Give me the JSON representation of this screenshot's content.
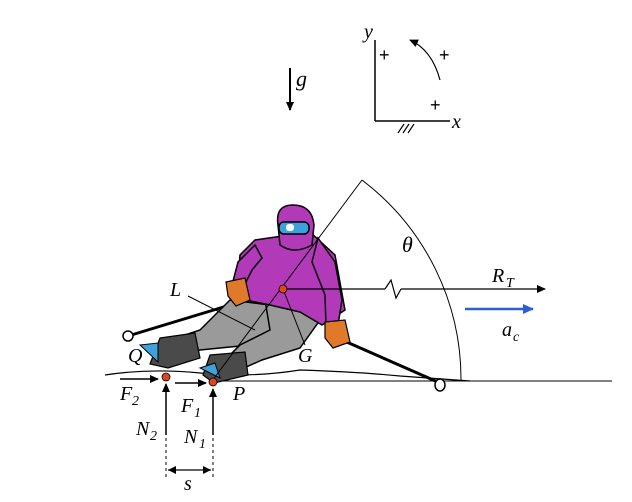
{
  "labels": {
    "gravity": "g",
    "axis_y": "y",
    "axis_x": "x",
    "plus_1": "+",
    "plus_2": "+",
    "plus_3": "+",
    "theta": "θ",
    "point_L": "L",
    "point_G": "G",
    "point_Q": "Q",
    "point_P": "P",
    "R_T_main": "R",
    "R_T_sub": "T",
    "a_c_main": "a",
    "a_c_sub": "c",
    "F2_main": "F",
    "F2_sub": "2",
    "F1_main": "F",
    "F1_sub": "1",
    "N2_main": "N",
    "N2_sub": "2",
    "N1_main": "N",
    "N1_sub": "1",
    "s": "s"
  },
  "colors": {
    "suit": "#b23ab8",
    "suit_dark": "#6a1070",
    "pants": "#9a9a9a",
    "boots": "#4a4a4a",
    "gloves": "#e07a2a",
    "goggles": "#3da2dc",
    "points": "#e0451f",
    "accel_arrow": "#2a5fd6"
  }
}
